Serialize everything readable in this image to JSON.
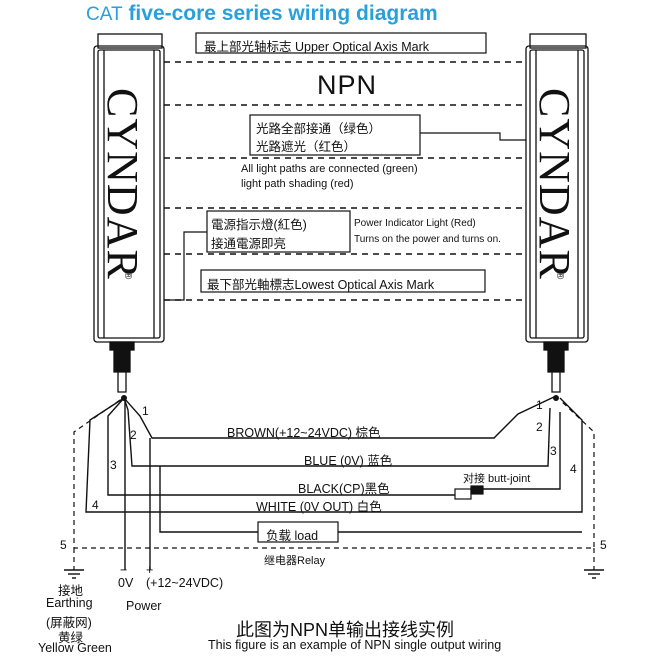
{
  "title": {
    "prefix": "CAT",
    "main": "five-core series wiring diagram"
  },
  "brand": {
    "left": "CYNDAR",
    "right": "CYNDAR",
    "reg_left": "®",
    "reg_right": "®"
  },
  "mode": "NPN",
  "labels": {
    "upper_axis": "最上部光轴标志 Upper Optical Axis Mark",
    "green_line1": "光路全部接通（绿色）",
    "green_line2": "光路遮光（红色）",
    "green_en1": "All light paths are connected (green)",
    "green_en2": "light path shading (red)",
    "power_cn1": "電源指示燈(紅色)",
    "power_cn2": "接通電源即亮",
    "power_en1": "Power Indicator Light (Red)",
    "power_en2": "Turns on the power and turns on.",
    "lower_axis": "最下部光軸標志Lowest Optical Axis Mark"
  },
  "wires": {
    "brown": "BROWN(+12~24VDC) 棕色",
    "blue": "BLUE (0V) 蓝色",
    "black": "BLACK(CP)黑色",
    "white": "WHITE (0V  OUT) 白色",
    "butt_joint": "对接 butt-joint",
    "load": "负载 load",
    "relay": "继电器Relay"
  },
  "numbers": {
    "n1": "1",
    "n2": "2",
    "n3": "3",
    "n4": "4",
    "n5": "5"
  },
  "bottom": {
    "earth_cn": "接地",
    "earth_en": "Earthing",
    "earth_cn2": "(屏蔽网)",
    "earth_cn3": "黄绿",
    "earth_en2": "Yellow Green",
    "zero_v": "0V",
    "plus": "+",
    "minus": "−",
    "supply": "(+12~24VDC)",
    "power": "Power"
  },
  "caption": {
    "cn": "此图为NPN单输出接线实例",
    "en": "This figure is an example of NPN single output wiring"
  },
  "colors": {
    "title": "#2aa0db",
    "line": "#111111"
  }
}
